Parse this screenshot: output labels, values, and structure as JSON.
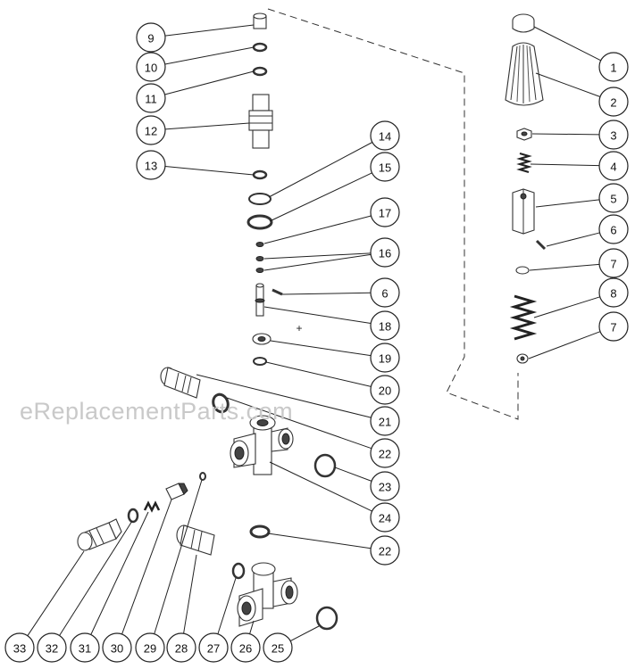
{
  "watermark": "eReplacementParts.com",
  "callouts": [
    {
      "label": "1"
    },
    {
      "label": "2"
    },
    {
      "label": "3"
    },
    {
      "label": "4"
    },
    {
      "label": "5"
    },
    {
      "label": "6"
    },
    {
      "label": "7"
    },
    {
      "label": "8"
    },
    {
      "label": "7"
    },
    {
      "label": "9"
    },
    {
      "label": "10"
    },
    {
      "label": "11"
    },
    {
      "label": "12"
    },
    {
      "label": "13"
    },
    {
      "label": "14"
    },
    {
      "label": "15"
    },
    {
      "label": "17"
    },
    {
      "label": "16"
    },
    {
      "label": "6"
    },
    {
      "label": "18"
    },
    {
      "label": "19"
    },
    {
      "label": "20"
    },
    {
      "label": "21"
    },
    {
      "label": "22"
    },
    {
      "label": "23"
    },
    {
      "label": "24"
    },
    {
      "label": "22"
    },
    {
      "label": "33"
    },
    {
      "label": "32"
    },
    {
      "label": "31"
    },
    {
      "label": "30"
    },
    {
      "label": "29"
    },
    {
      "label": "28"
    },
    {
      "label": "27"
    },
    {
      "label": "26"
    },
    {
      "label": "25"
    }
  ]
}
